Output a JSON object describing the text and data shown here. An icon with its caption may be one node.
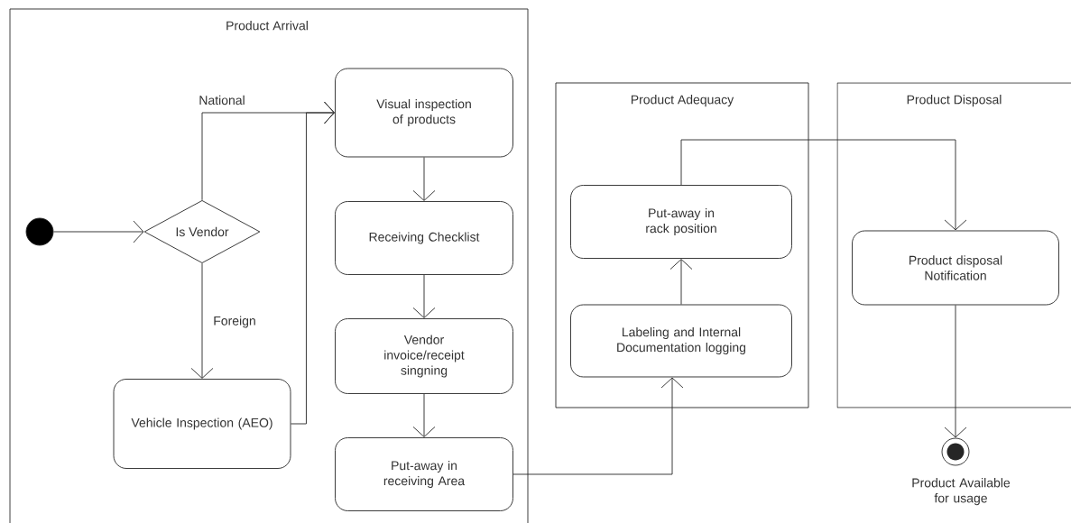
{
  "diagram": {
    "nodes": [
      {
        "text": [
          "Product Arrival"
        ]
      },
      {
        "text": [],
        "shape": "circle",
        "in": 0
      },
      {
        "text": [
          "Is Vendor"
        ],
        "in": 0
      },
      {
        "text": [
          "Visual inspection of products"
        ],
        "in": 0
      },
      {
        "text": [
          "Receiving Checklist"
        ],
        "in": 0
      },
      {
        "text": [
          "Vendor invoice/receipt singning"
        ],
        "in": 0
      },
      {
        "text": [
          "Put-away in receiving Area"
        ],
        "in": 0
      },
      {
        "text": [
          "Vehicle Inspection (AEO)"
        ],
        "in": 0
      },
      {
        "text": [
          "Product Adequacy"
        ]
      },
      {
        "text": [
          "Labeling and Internal Documentation logging"
        ],
        "in": 8
      },
      {
        "text": [
          "Put-away in rack position"
        ],
        "in": 8
      },
      {
        "text": [
          "Product Disposal"
        ]
      },
      {
        "text": [
          "Product disposal Notification"
        ],
        "in": 11
      },
      {
        "text": [],
        "shape": "circle",
        "beside": [
          "Product Available for usage"
        ]
      }
    ],
    "edges": [
      {
        "from": 1,
        "to": 2,
        "arrow": "to"
      },
      {
        "from": 2,
        "to": 3,
        "arrow": "to",
        "label": "National"
      },
      {
        "from": 2,
        "to": 7,
        "arrow": "to",
        "label": "Foreign"
      },
      {
        "from": 7,
        "to": 3,
        "arrow": "to"
      },
      {
        "from": 3,
        "to": 4,
        "arrow": "to"
      },
      {
        "from": 4,
        "to": 5,
        "arrow": "to"
      },
      {
        "from": 5,
        "to": 6,
        "arrow": "to"
      },
      {
        "from": 6,
        "to": 9,
        "arrow": "to"
      },
      {
        "from": 9,
        "to": 10,
        "arrow": "to"
      },
      {
        "from": 10,
        "to": 12,
        "arrow": "to"
      },
      {
        "from": 12,
        "to": 13,
        "arrow": "to"
      }
    ]
  }
}
